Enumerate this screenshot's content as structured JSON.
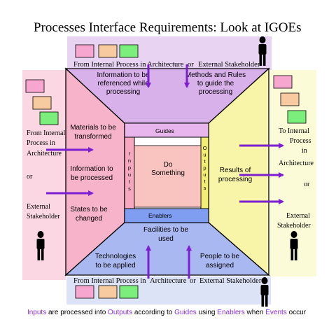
{
  "title": "Processes Interface Requirements: Look at IGOEs",
  "top": {
    "source": [
      "From Internal Process in",
      "Architecture",
      "or",
      "External Stakeholder"
    ],
    "items": [
      [
        "Information to be",
        "referenced while",
        "processing"
      ],
      [
        "Methods and Rules",
        "to guide the",
        "processing"
      ]
    ]
  },
  "left": {
    "source": [
      "From Internal",
      "Process in",
      "Architecture",
      "or",
      "External",
      "Stakeholder"
    ],
    "items": [
      [
        "Materials to be",
        "transformed"
      ],
      [
        "Information to",
        "be processed"
      ],
      [
        "States to be",
        "changed"
      ]
    ]
  },
  "right": {
    "target": [
      "To Internal",
      "Process",
      "in",
      "Architecture",
      "or",
      "External",
      "Stakeholder"
    ],
    "items": [
      [
        "Results of",
        "processing"
      ]
    ]
  },
  "bottom": {
    "source": [
      "From Internal Process in",
      "Architecture",
      "or",
      "External Stakeholder"
    ],
    "items": [
      [
        "Facilities to be",
        "used"
      ],
      [
        "Technologies",
        "to be applied"
      ],
      [
        "People to be",
        "assigned"
      ]
    ]
  },
  "center": {
    "guides": "Guides",
    "inputs": "Inputs",
    "outputs": "Outputs",
    "enablers": "Enablers",
    "process": [
      "Do",
      "Something"
    ]
  },
  "caption": {
    "parts": [
      "Inputs",
      " are processed into ",
      "Outputs",
      " according to ",
      "Guides",
      " using ",
      "Enablers",
      " when ",
      "Events",
      " occur"
    ]
  },
  "colors": {
    "top_panel": "#d8b0ea",
    "left_panel": "#f7b3c9",
    "right_panel": "#f9f5a8",
    "bottom_panel": "#aab8f2",
    "center_box": "#f9c3bf",
    "guides_bar": "#e8b6ec",
    "enablers_bar": "#7f9ef2",
    "outputs_bar": "#f3ee73",
    "inputs_bar": "#f5a8c0",
    "top_bg": "#e8d3f3",
    "left_bg": "#fbd7e4",
    "right_bg": "#fcfbd8",
    "bottom_bg": "#dde3f6",
    "arrow": "#7b1fd1",
    "caption_highlight": "#8a2fe0",
    "swatch_pink": "#f6a6cf",
    "swatch_peach": "#f8caa0",
    "swatch_green": "#7cee7c",
    "person": "#000000"
  }
}
